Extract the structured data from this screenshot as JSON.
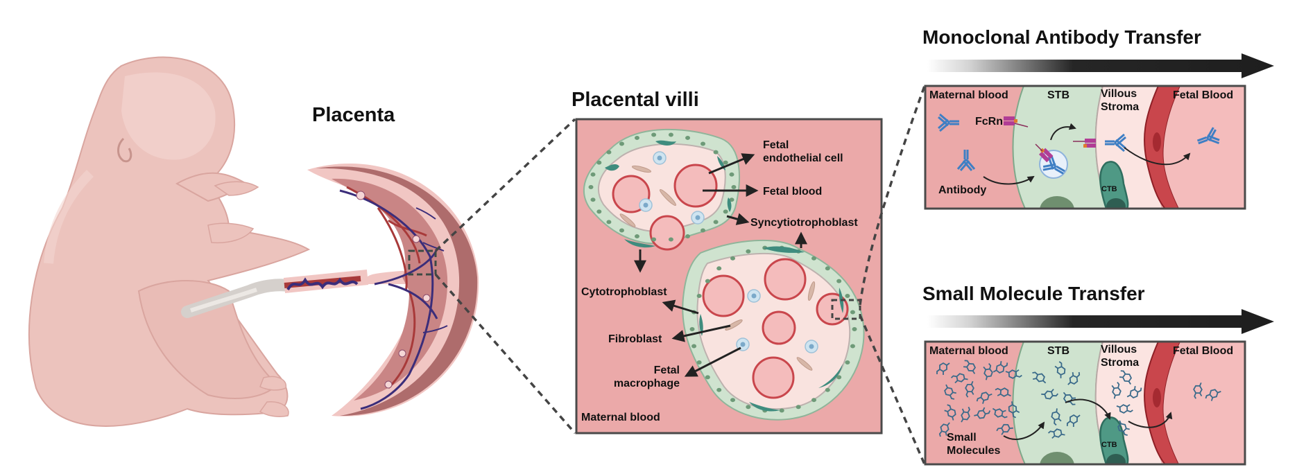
{
  "figure": {
    "placenta_section": {
      "title": "Placenta"
    },
    "villi_section": {
      "title": "Placental villi",
      "labels": {
        "fetal_endothelial_cell": [
          "Fetal",
          "endothelial cell"
        ],
        "fetal_blood": "Fetal blood",
        "syncytiotrophoblast": "Syncytiotrophoblast",
        "cytotrophoblast": "Cytotrophoblast",
        "fibroblast": "Fibroblast",
        "fetal_macrophage": [
          "Fetal",
          "macrophage"
        ],
        "maternal_blood": "Maternal blood"
      }
    },
    "antibody_panel": {
      "title": "Monoclonal Antibody Transfer",
      "zones": {
        "maternal": "Maternal blood",
        "stb": "STB",
        "villous_stroma": [
          "Villous",
          "Stroma"
        ],
        "fetal": "Fetal Blood"
      },
      "labels": {
        "fcrn": "FcRn",
        "antibody": "Antibody",
        "ctb": "CTB"
      }
    },
    "small_molecule_panel": {
      "title": "Small Molecule Transfer",
      "zones": {
        "maternal": "Maternal blood",
        "stb": "STB",
        "villous_stroma": [
          "Villous",
          "Stroma"
        ],
        "fetal": "Fetal Blood"
      },
      "labels": {
        "small_molecules": [
          "Small",
          "Molecules"
        ],
        "ctb": "CTB"
      }
    },
    "colors": {
      "maternal_blood": "#eba9a9",
      "fetal_blood": "#f4bcbc",
      "stb_green": "#cfe3cf",
      "stroma": "#fbe4e1",
      "vessel_red": "#c9464c",
      "ctb_teal": "#4f9985",
      "antibody_blue": "#3f7fc4",
      "fcrn_magenta": "#b13d95",
      "skin": "#ecc3bd",
      "arrow_dark": "#1e1e1e"
    }
  }
}
